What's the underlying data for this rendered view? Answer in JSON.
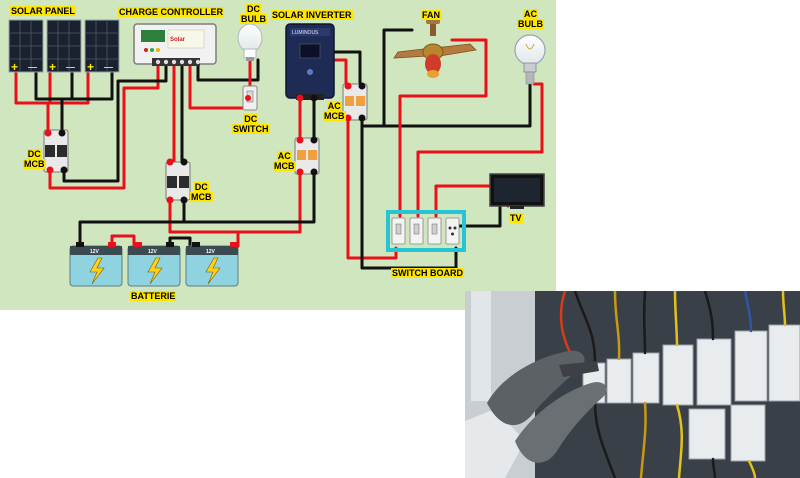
{
  "labels": {
    "solar_panel": "SOLAR PANEL",
    "charge_controller": "CHARGE CONTROLLER",
    "dc_bulb_line1": "DC",
    "dc_bulb_line2": "BULB",
    "solar_inverter": "SOLAR INVERTER",
    "fan": "FAN",
    "ac_bulb_line1": "AC",
    "ac_bulb_line2": "BULB",
    "dc_mcb_left_line1": "DC",
    "dc_mcb_left_line2": "MCB",
    "dc_switch_line1": "DC",
    "dc_switch_line2": "SWITCH",
    "ac_mcb_right_line1": "AC",
    "ac_mcb_right_line2": "MCB",
    "ac_mcb_left_line1": "AC",
    "ac_mcb_left_line2": "MCB",
    "dc_mcb_center_line1": "DC",
    "dc_mcb_center_line2": "MCB",
    "tv": "TV",
    "switch_board": "SWITCH BOARD",
    "batterie": "BATTERIE"
  },
  "device_text": {
    "panel_plus": "+",
    "panel_minus": "—",
    "battery_rating": "12V",
    "controller_brand": "Solar",
    "inverter_brand": "LUMINOUS"
  },
  "colors": {
    "background": "#cfe6bf",
    "positive_wire": "#e8101a",
    "negative_wire": "#111111",
    "label_bg": "#ffe600",
    "switchboard_frame": "#27c4d6",
    "inverter_body": "#1d2b55"
  }
}
